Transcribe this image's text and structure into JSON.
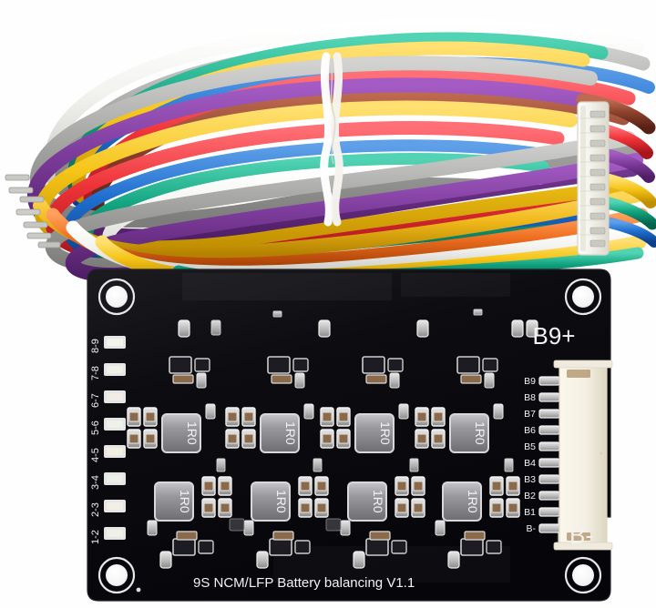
{
  "product": {
    "type": "photo",
    "subject": "9S battery balancer PCB module with 10-pin balance cable",
    "background_color": "#ffffff"
  },
  "cable": {
    "name": "balance-lead-cable",
    "tie": {
      "label": "cable-tie",
      "color": "#f7f5ef"
    },
    "connector": {
      "name": "jst-connector-female",
      "pin_count": 10,
      "housing_color": "#f4f2ec",
      "pin_color": "#c9c9c3"
    },
    "wires": [
      {
        "index": 1,
        "color_name": "gray",
        "hex": "#a9a9a7"
      },
      {
        "index": 2,
        "color_name": "purple",
        "hex": "#7d3c9b"
      },
      {
        "index": 3,
        "color_name": "yellow",
        "hex": "#f5c518"
      },
      {
        "index": 4,
        "color_name": "red",
        "hex": "#ee3338"
      },
      {
        "index": 5,
        "color_name": "blue",
        "hex": "#1f6fd0"
      },
      {
        "index": 6,
        "color_name": "green",
        "hex": "#10a27e"
      },
      {
        "index": 7,
        "color_name": "white",
        "hex": "#f4f4f2"
      },
      {
        "index": 8,
        "color_name": "orange",
        "hex": "#f07021"
      },
      {
        "index": 9,
        "color_name": "brown",
        "hex": "#8d422c"
      },
      {
        "index": 10,
        "color_name": "yellow",
        "hex": "#f0b81a"
      }
    ],
    "tinned_ends_label": "tinned-wire-ends"
  },
  "pcb": {
    "name": "balancer-pcb",
    "solder_mask_color": "#0b0b0d",
    "silkscreen_color": "#f2f2f2",
    "bottom_text": "9S NCM/LFP Battery balancing V1.1",
    "positive_terminal_label": "B9+",
    "negative_terminal_label": "B-",
    "mounting_holes": 4,
    "led_indicators": [
      {
        "label": "8-9"
      },
      {
        "label": "7-8"
      },
      {
        "label": "6-7"
      },
      {
        "label": "5-6"
      },
      {
        "label": "4-5"
      },
      {
        "label": "3-4"
      },
      {
        "label": "2-3"
      },
      {
        "label": "1-2"
      }
    ],
    "connector_pin_labels": [
      "B9",
      "B8",
      "B7",
      "B6",
      "B5",
      "B4",
      "B3",
      "B2",
      "B1",
      "B-"
    ],
    "inductors": {
      "marking": "1R0",
      "count": 8,
      "rows": 2,
      "per_row": 4,
      "body_color": "#9a9a9e"
    },
    "onboard_connector": {
      "name": "jst-header-male",
      "pin_count": 10,
      "housing_color": "#f3efe4"
    }
  }
}
